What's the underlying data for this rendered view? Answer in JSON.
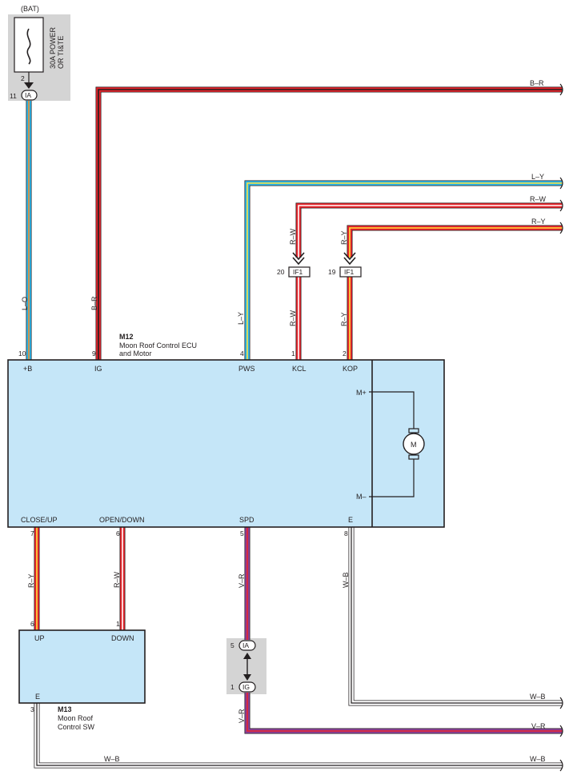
{
  "colors": {
    "ecu_fill": "#c5e6f8",
    "splice_gray": "#d4d4d4",
    "wire_red": "#e8232a",
    "wire_yellow": "#ffe23b",
    "wire_blue": "#2cb5e8",
    "wire_black": "#231f20",
    "wire_violet": "#8c3f97",
    "wire_white": "#ffffff",
    "wire_orange": "#f28c28"
  },
  "power": {
    "bat_label": "(BAT)",
    "fuse_label_1": "30A POWER",
    "fuse_label_2": "OR TI&TE",
    "fuse_pin": "2",
    "ia_pin": "11",
    "ia_label": "IA"
  },
  "wire_codes": {
    "l_o": "L–O",
    "b_r_vertical": "B–R",
    "b_r_right": "B–R",
    "l_y_right": "L–Y",
    "l_y_vertical": "L–Y",
    "r_w_right": "R–W",
    "r_w_kcl_upper": "R–W",
    "r_w_kcl_lower": "R–W",
    "r_y_right": "R–Y",
    "r_y_kop_upper": "R–Y",
    "r_y_kop_lower": "R–Y",
    "r_y_close": "R–Y",
    "r_w_open": "R–W",
    "v_r_spd_upper": "V–R",
    "v_r_spd_lower": "V–R",
    "v_r_right": "V–R",
    "w_b_e": "W–B",
    "w_b_right_upper": "W–B",
    "w_b_bottom": "W–B",
    "w_b_right_lower": "W–B"
  },
  "if1": {
    "label": "IF1",
    "kcl_pin": "20",
    "kop_pin": "19"
  },
  "ecu": {
    "code": "M12",
    "name_line1": "Moon Roof Control ECU",
    "name_line2": "and Motor",
    "pins": {
      "b_num": "10",
      "b_name": "+B",
      "ig_num": "9",
      "ig_name": "IG",
      "pws_num": "4",
      "pws_name": "PWS",
      "kcl_num": "1",
      "kcl_name": "KCL",
      "kop_num": "2",
      "kop_name": "KOP",
      "close_num": "7",
      "close_name": "CLOSE/UP",
      "open_num": "6",
      "open_name": "OPEN/DOWN",
      "spd_num": "5",
      "spd_name": "SPD",
      "e_num": "8",
      "e_name": "E"
    },
    "motor": {
      "label": "M",
      "m_plus": "M+",
      "m_minus": "M–"
    }
  },
  "sw": {
    "code": "M13",
    "name_line1": "Moon Roof",
    "name_line2": "Control SW",
    "pins": {
      "up_num": "6",
      "up_name": "UP",
      "down_num": "1",
      "down_name": "DOWN",
      "e_num": "3",
      "e_name": "E"
    }
  },
  "spd_splice": {
    "ia_pin": "5",
    "ia_label": "IA",
    "ig_pin": "1",
    "ig_label": "IG"
  }
}
